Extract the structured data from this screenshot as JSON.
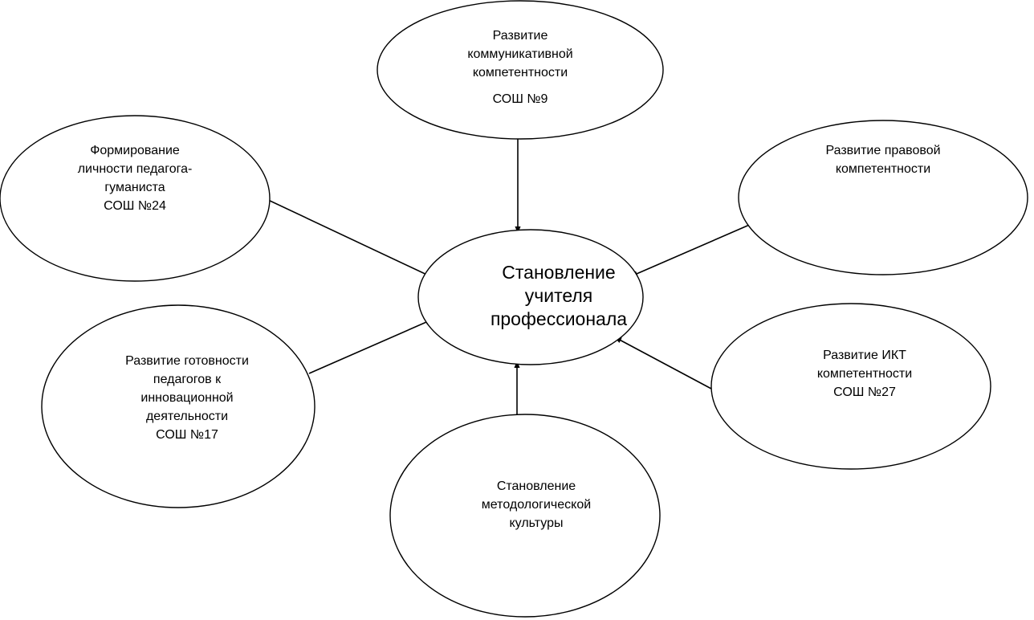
{
  "diagram": {
    "center": {
      "lines": [
        "Становление",
        "учителя",
        "профессионала"
      ]
    },
    "nodes": [
      {
        "id": "top",
        "lines": [
          "Развитие",
          "коммуникативной",
          "компетентности"
        ],
        "extra": "СОШ №9"
      },
      {
        "id": "top-left",
        "lines": [
          "Формирование",
          "личности педагога-",
          "гуманиста",
          "СОШ №24"
        ]
      },
      {
        "id": "right",
        "lines": [
          "Развитие правовой",
          "компетентности"
        ]
      },
      {
        "id": "bottom-left",
        "lines": [
          "Развитие готовности",
          "педагогов к",
          "инновационной",
          "деятельности",
          "СОШ №17"
        ]
      },
      {
        "id": "bottom-right",
        "lines": [
          "Развитие ИКТ",
          "компетентности",
          "СОШ №27"
        ]
      },
      {
        "id": "bottom",
        "lines": [
          "Становление",
          "методологической",
          "культуры"
        ]
      }
    ]
  }
}
